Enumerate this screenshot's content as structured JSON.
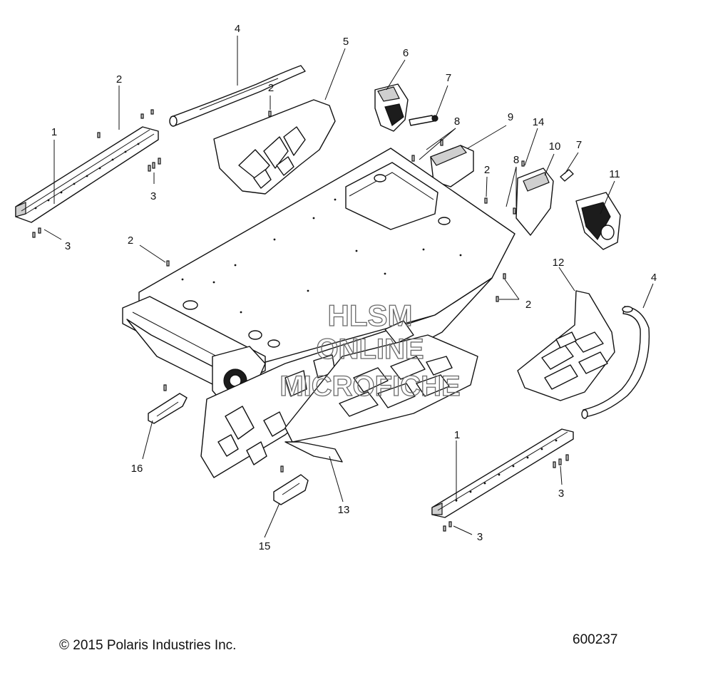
{
  "callouts": [
    {
      "label": "1"
    },
    {
      "label": "2"
    },
    {
      "label": "3"
    },
    {
      "label": "3"
    },
    {
      "label": "2"
    },
    {
      "label": "4"
    },
    {
      "label": "5"
    },
    {
      "label": "2"
    },
    {
      "label": "6"
    },
    {
      "label": "7"
    },
    {
      "label": "8"
    },
    {
      "label": "9"
    },
    {
      "label": "14"
    },
    {
      "label": "10"
    },
    {
      "label": "7"
    },
    {
      "label": "2"
    },
    {
      "label": "8"
    },
    {
      "label": "11"
    },
    {
      "label": "12"
    },
    {
      "label": "4"
    },
    {
      "label": "2"
    },
    {
      "label": "1"
    },
    {
      "label": "3"
    },
    {
      "label": "3"
    },
    {
      "label": "13"
    },
    {
      "label": "15"
    },
    {
      "label": "16"
    }
  ],
  "watermark": {
    "line1": "HLSM",
    "line2": "ONLINE",
    "line3": "MICROFICHE"
  },
  "footer": {
    "copyright": "© 2015 Polaris Industries Inc.",
    "diagram_number": "600237"
  }
}
